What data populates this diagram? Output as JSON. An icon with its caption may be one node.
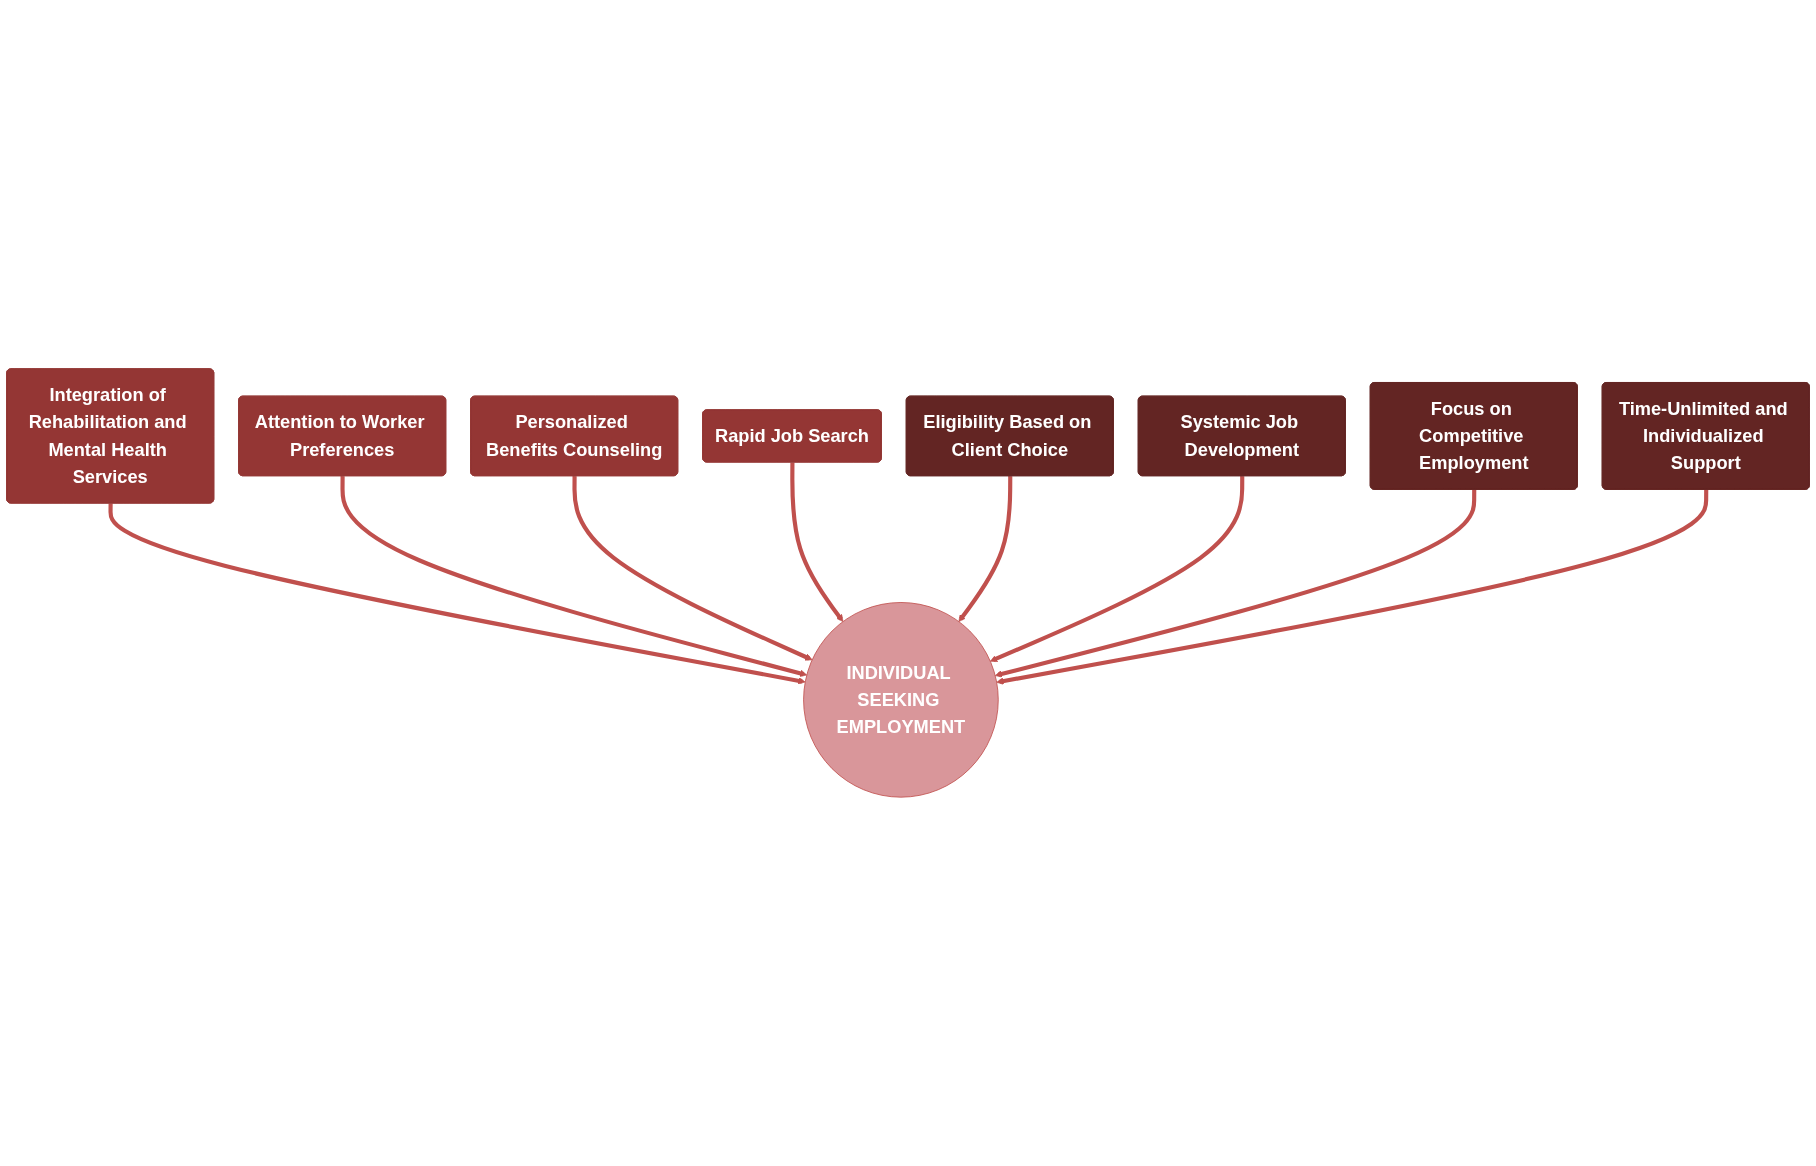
{
  "diagram": {
    "nodes": [
      {
        "text": [
          "Integration of Rehabilitation and Mental Health Services"
        ]
      },
      {
        "text": [
          "Attention to Worker Preferences"
        ]
      },
      {
        "text": [
          "Personalized Benefits Counseling"
        ]
      },
      {
        "text": [
          "Rapid Job Search"
        ]
      },
      {
        "text": [
          "Eligibility Based on Client Choice"
        ]
      },
      {
        "text": [
          "Systemic Job Development"
        ]
      },
      {
        "text": [
          "Focus on Competitive Employment"
        ]
      },
      {
        "text": [
          "Time-Unlimited and Individualized Support"
        ]
      },
      {
        "text": [
          "INDIVIDUAL SEEKING EMPLOYMENT"
        ]
      }
    ],
    "edges": [
      {
        "from": 0,
        "to": 8,
        "arrow": "to"
      },
      {
        "from": 1,
        "to": 8,
        "arrow": "to"
      },
      {
        "from": 2,
        "to": 8,
        "arrow": "to"
      },
      {
        "from": 3,
        "to": 8,
        "arrow": "to"
      },
      {
        "from": 4,
        "to": 8,
        "arrow": "to"
      },
      {
        "from": 5,
        "to": 8,
        "arrow": "to"
      },
      {
        "from": 6,
        "to": 8,
        "arrow": "to"
      },
      {
        "from": 7,
        "to": 8,
        "arrow": "to"
      }
    ]
  }
}
